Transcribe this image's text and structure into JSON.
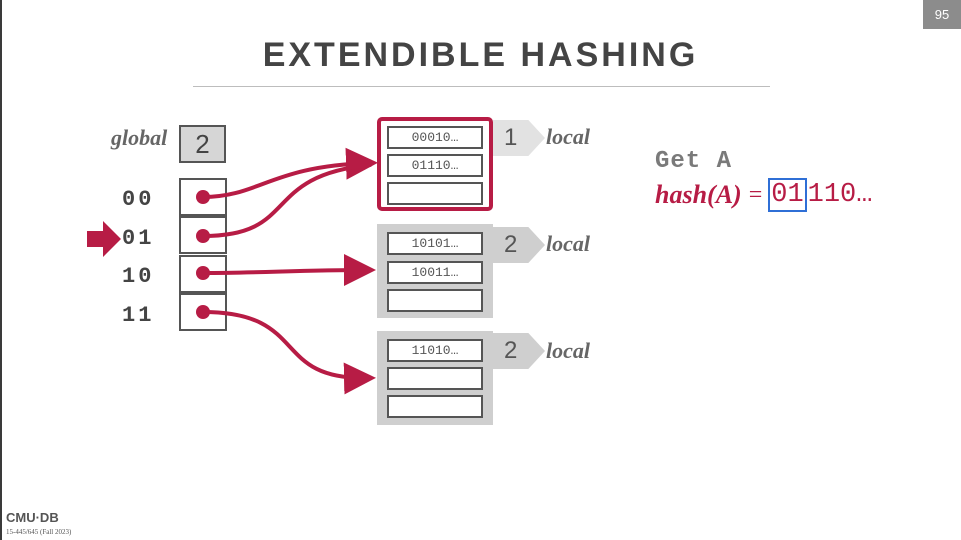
{
  "slide": {
    "page_number": "95",
    "title": "EXTENDIBLE HASHING",
    "footer": {
      "logo_text": "CMU·DB",
      "course": "15-445/645 (Fall 2023)"
    }
  },
  "directory": {
    "global_label": "global",
    "global_depth": "2",
    "entries": [
      "00",
      "01",
      "10",
      "11"
    ],
    "active_entry": "01"
  },
  "buckets": [
    {
      "local_depth": "1",
      "local_label": "local",
      "slots": [
        "00010…",
        "01110…",
        ""
      ],
      "highlighted": true
    },
    {
      "local_depth": "2",
      "local_label": "local",
      "slots": [
        "10101…",
        "10011…",
        ""
      ],
      "highlighted": false
    },
    {
      "local_depth": "2",
      "local_label": "local",
      "slots": [
        "11010…",
        "",
        ""
      ],
      "highlighted": false
    }
  ],
  "query": {
    "operation": "Get A",
    "hash_fn": "hash(A)",
    "equals": "=",
    "hash_prefix": "01",
    "hash_rest": "110…"
  },
  "colors": {
    "accent": "#b71c45",
    "highlight_box": "#2f6fd6",
    "bucket_fill": "#cfcfcf",
    "text_gray": "#444444"
  }
}
